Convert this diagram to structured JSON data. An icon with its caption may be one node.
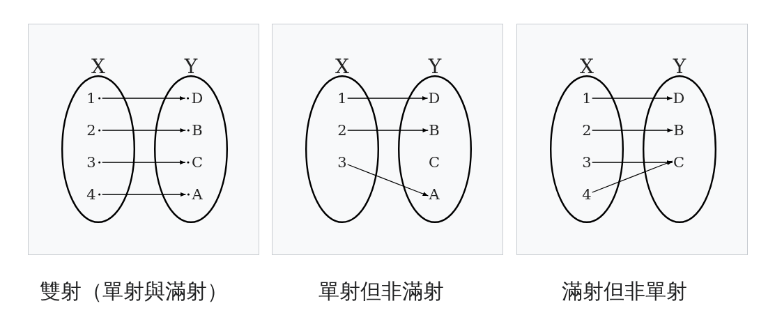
{
  "diagram": {
    "nodes": [
      {
        "text": [],
        "shape": "box",
        "beside": [
          "雙射（單射與滿射）"
        ]
      },
      {
        "text": [
          "X"
        ],
        "in": 0
      },
      {
        "text": [
          "1"
        ],
        "in": 1
      },
      {
        "text": [
          "2"
        ],
        "in": 1
      },
      {
        "text": [
          "3"
        ],
        "in": 1
      },
      {
        "text": [
          "4"
        ],
        "in": 1
      },
      {
        "text": [
          "Y"
        ],
        "in": 0
      },
      {
        "text": [
          "D"
        ],
        "in": 6
      },
      {
        "text": [
          "B"
        ],
        "in": 6
      },
      {
        "text": [
          "C"
        ],
        "in": 6
      },
      {
        "text": [
          "A"
        ],
        "in": 6
      },
      {
        "text": [],
        "shape": "box",
        "beside": [
          "單射但非滿射"
        ]
      },
      {
        "text": [
          "X"
        ],
        "in": 11
      },
      {
        "text": [
          "1"
        ],
        "in": 12
      },
      {
        "text": [
          "2"
        ],
        "in": 12
      },
      {
        "text": [
          "3"
        ],
        "in": 12
      },
      {
        "text": [
          "Y"
        ],
        "in": 11
      },
      {
        "text": [
          "D"
        ],
        "in": 16
      },
      {
        "text": [
          "B"
        ],
        "in": 16
      },
      {
        "text": [
          "C"
        ],
        "in": 16
      },
      {
        "text": [
          "A"
        ],
        "in": 16
      },
      {
        "text": [],
        "shape": "box",
        "beside": [
          "滿射但非單射"
        ]
      },
      {
        "text": [
          "X"
        ],
        "in": 21
      },
      {
        "text": [
          "1"
        ],
        "in": 22
      },
      {
        "text": [
          "2"
        ],
        "in": 22
      },
      {
        "text": [
          "3"
        ],
        "in": 22
      },
      {
        "text": [
          "4"
        ],
        "in": 22
      },
      {
        "text": [
          "Y"
        ],
        "in": 21
      },
      {
        "text": [
          "D"
        ],
        "in": 27
      },
      {
        "text": [
          "B"
        ],
        "in": 27
      },
      {
        "text": [
          "C"
        ],
        "in": 27
      }
    ],
    "edges": [
      {
        "from": 2,
        "to": 7,
        "arrow": "to"
      },
      {
        "from": 3,
        "to": 8,
        "arrow": "to"
      },
      {
        "from": 4,
        "to": 9,
        "arrow": "to"
      },
      {
        "from": 5,
        "to": 10,
        "arrow": "to"
      },
      {
        "from": 13,
        "to": 17,
        "arrow": "to"
      },
      {
        "from": 14,
        "to": 18,
        "arrow": "to"
      },
      {
        "from": 15,
        "to": 20,
        "arrow": "to"
      },
      {
        "from": 23,
        "to": 28,
        "arrow": "to"
      },
      {
        "from": 24,
        "to": 29,
        "arrow": "to"
      },
      {
        "from": 25,
        "to": 30,
        "arrow": "to"
      },
      {
        "from": 26,
        "to": 30,
        "arrow": "to"
      }
    ]
  }
}
